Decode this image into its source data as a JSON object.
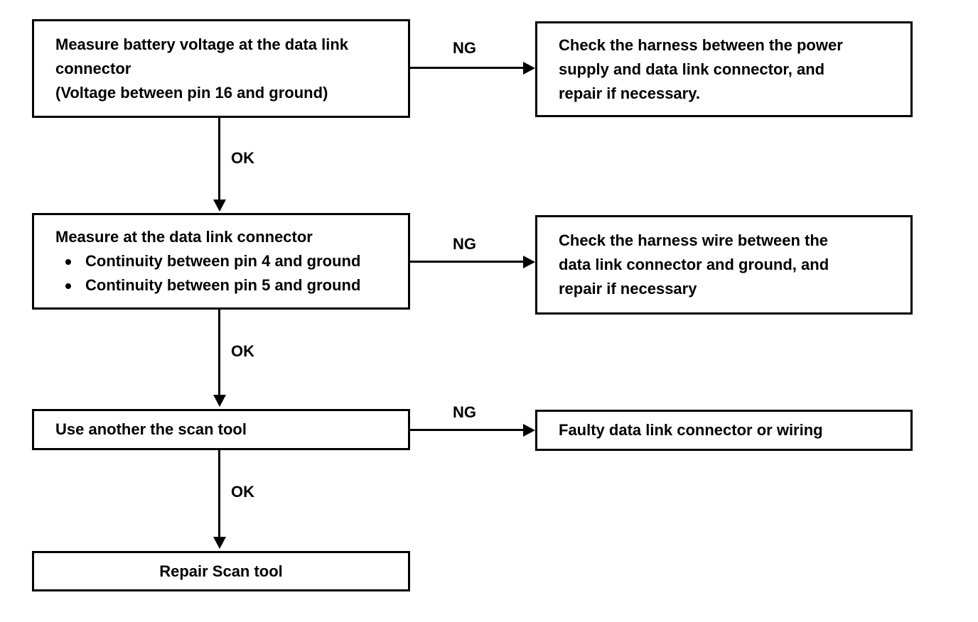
{
  "diagram": {
    "title": "Data link connector diagnostic flowchart",
    "stroke_color": "#000000",
    "background_color": "#ffffff",
    "nodes": {
      "measure_battery_voltage": {
        "line1": "Measure battery voltage at the data link",
        "line2": "connector",
        "line3": "(Voltage between pin 16 and ground)"
      },
      "check_harness_power_supply": {
        "line1": "Check the harness between the power",
        "line2": "supply and data link connector, and",
        "line3": "repair if necessary."
      },
      "measure_at_connector": {
        "heading": "Measure at the data link connector",
        "bullets": [
          "Continuity between pin 4 and ground",
          "Continuity between pin 5 and ground"
        ]
      },
      "check_harness_wire_ground": {
        "line1": "Check the harness wire between the",
        "line2": "data link connector and ground, and",
        "line3": "repair if necessary"
      },
      "use_another_scan_tool": {
        "line1": "Use another the scan tool"
      },
      "faulty_connector_or_wiring": {
        "line1": "Faulty data link connector or wiring"
      },
      "repair_scan_tool": {
        "line1": "Repair Scan tool"
      }
    },
    "edges": {
      "ng_1": "NG",
      "ng_2": "NG",
      "ng_3": "NG",
      "ok_1": "OK",
      "ok_2": "OK",
      "ok_3": "OK"
    }
  }
}
